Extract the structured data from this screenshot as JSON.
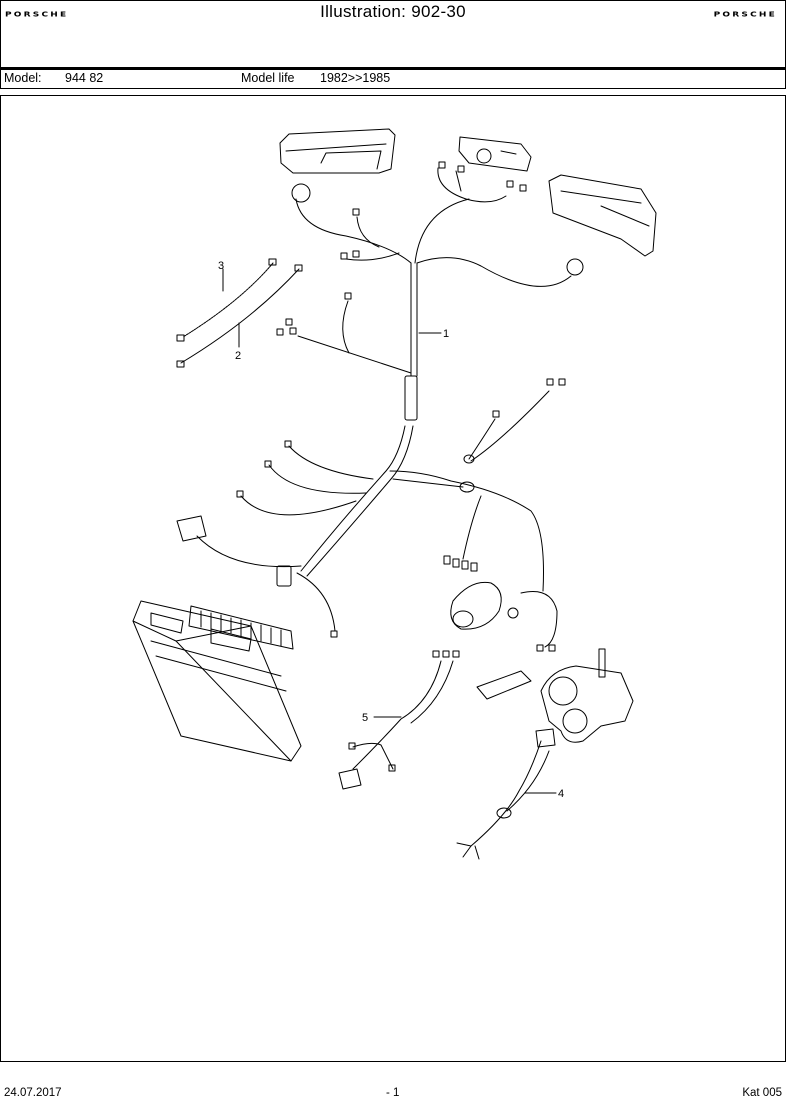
{
  "header": {
    "brand_left": "PORSCHE",
    "brand_right": "PORSCHE",
    "title": "Illustration: 902-30"
  },
  "model_bar": {
    "model_label": "Model:",
    "model_value": "944 82",
    "life_label": "Model life",
    "life_value": "1982>>1985"
  },
  "callouts": {
    "c1": "1",
    "c2": "2",
    "c3": "3",
    "c4": "4",
    "c5": "5"
  },
  "footer": {
    "date": "24.07.2017",
    "page": "- 1",
    "catalog": "Kat 005"
  }
}
